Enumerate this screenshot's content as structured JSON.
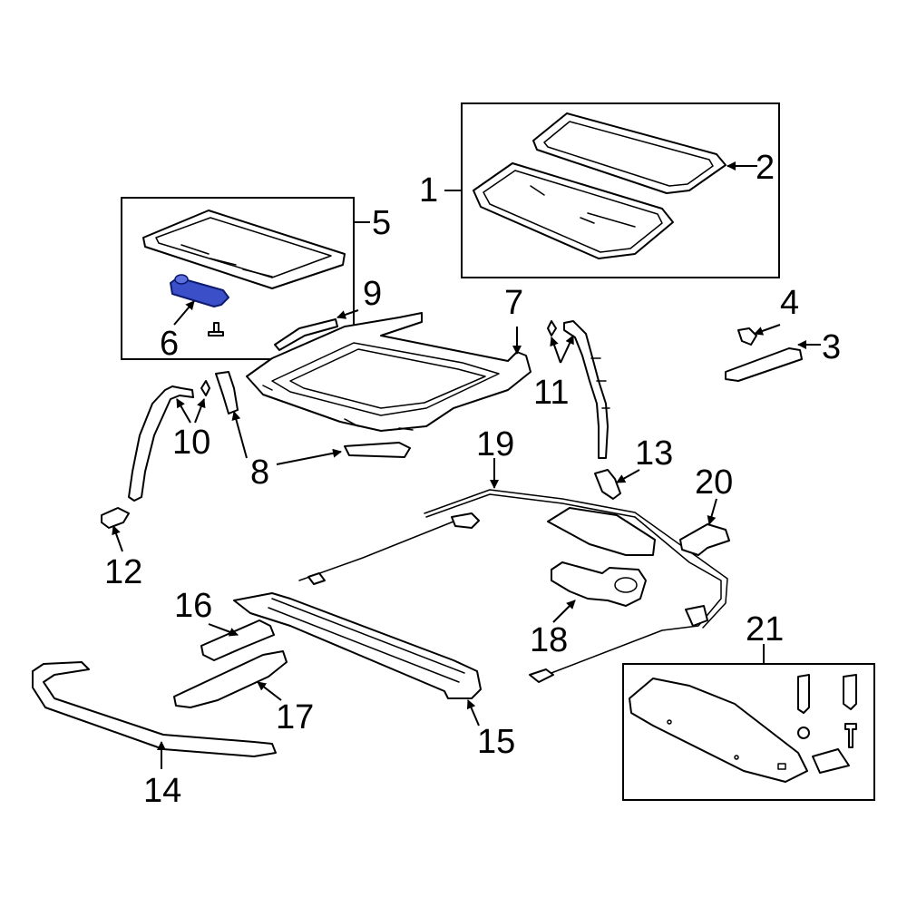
{
  "diagram": {
    "highlight_color": "#3a4fc8",
    "callouts": [
      {
        "id": "1",
        "label": "1"
      },
      {
        "id": "2",
        "label": "2"
      },
      {
        "id": "3",
        "label": "3"
      },
      {
        "id": "4",
        "label": "4"
      },
      {
        "id": "5",
        "label": "5"
      },
      {
        "id": "6",
        "label": "6"
      },
      {
        "id": "7",
        "label": "7"
      },
      {
        "id": "8",
        "label": "8"
      },
      {
        "id": "9",
        "label": "9"
      },
      {
        "id": "10",
        "label": "10"
      },
      {
        "id": "11",
        "label": "11"
      },
      {
        "id": "12",
        "label": "12"
      },
      {
        "id": "13",
        "label": "13"
      },
      {
        "id": "14",
        "label": "14"
      },
      {
        "id": "15",
        "label": "15"
      },
      {
        "id": "16",
        "label": "16"
      },
      {
        "id": "17",
        "label": "17"
      },
      {
        "id": "18",
        "label": "18"
      },
      {
        "id": "19",
        "label": "19"
      },
      {
        "id": "20",
        "label": "20"
      },
      {
        "id": "21",
        "label": "21"
      }
    ]
  }
}
